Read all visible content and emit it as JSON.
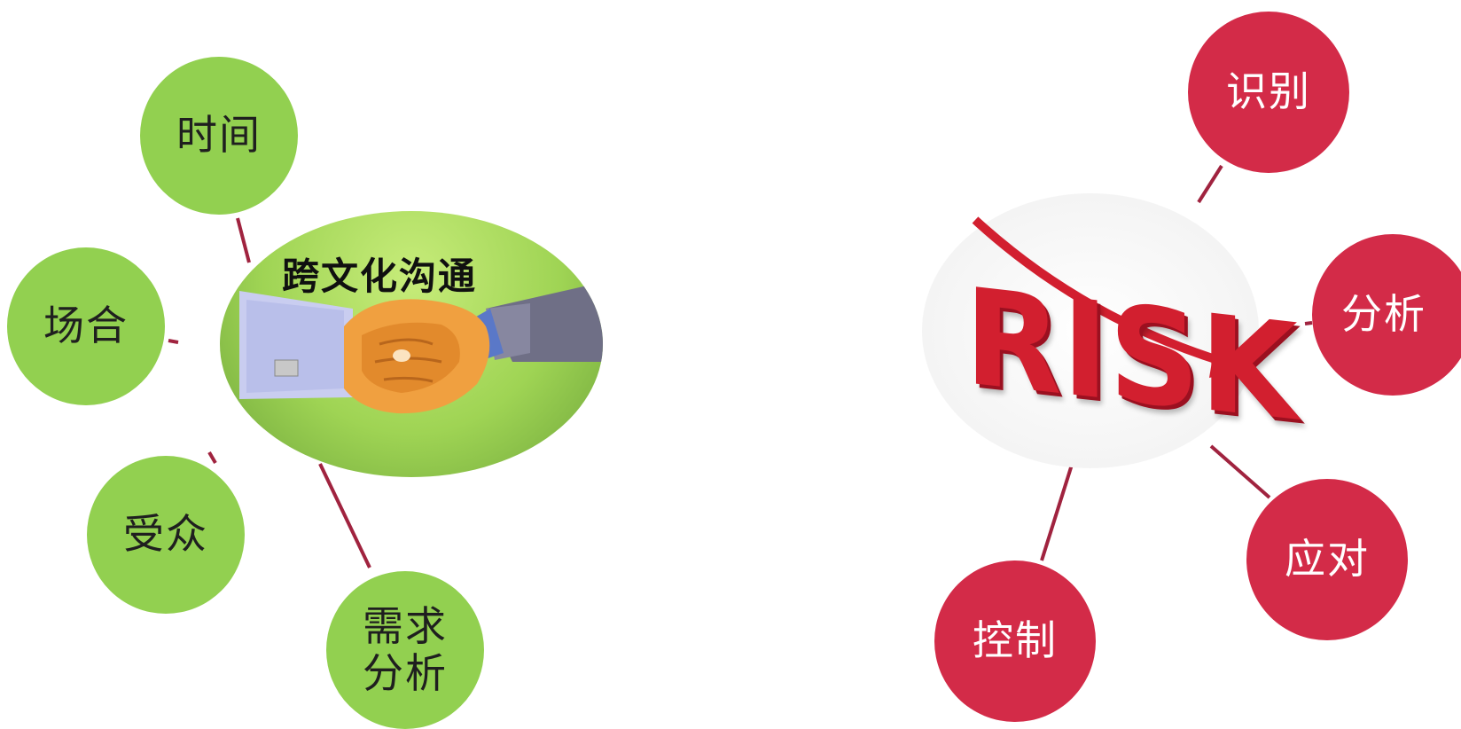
{
  "left_diagram": {
    "center_title": "跨文化沟通",
    "nodes": [
      {
        "id": "time",
        "label": "时间"
      },
      {
        "id": "occasion",
        "label": "场合"
      },
      {
        "id": "audience",
        "label": "受众"
      },
      {
        "id": "needs",
        "label_lines": [
          "需求",
          "分析"
        ]
      }
    ],
    "node_color": "#92d050"
  },
  "right_diagram": {
    "center_word": "RISK",
    "nodes": [
      {
        "id": "identify",
        "label": "识别"
      },
      {
        "id": "analyze",
        "label": "分析"
      },
      {
        "id": "respond",
        "label": "应对"
      },
      {
        "id": "control",
        "label": "控制"
      }
    ],
    "node_color": "#d32b48",
    "connector_color": "#a0233f"
  }
}
